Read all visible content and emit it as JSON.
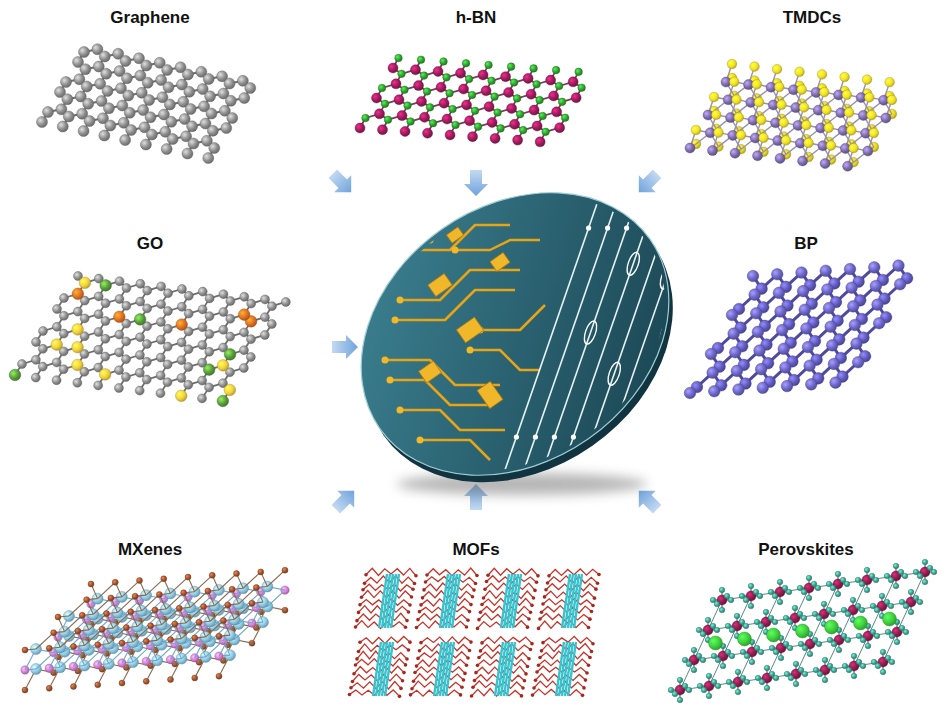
{
  "diagram": {
    "labels": [
      "Graphene",
      "h-BN",
      "TMDCs",
      "GO",
      "BP",
      "MXenes",
      "MOFs",
      "Perovskites"
    ]
  }
}
